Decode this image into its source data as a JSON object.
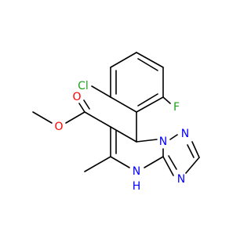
{
  "molecule": {
    "atom_labels": {
      "cl": "Cl",
      "f": "F",
      "o_carbonyl": "O",
      "o_ester": "O",
      "n_bridge": "N",
      "n_triazole_top": "N",
      "n_triazole_right": "N",
      "nh": "N",
      "nh_h": "H"
    },
    "colors": {
      "carbon": "#000000",
      "nitrogen": "#0000ff",
      "oxygen": "#ff0000",
      "halogen": "#1fa01f"
    }
  }
}
